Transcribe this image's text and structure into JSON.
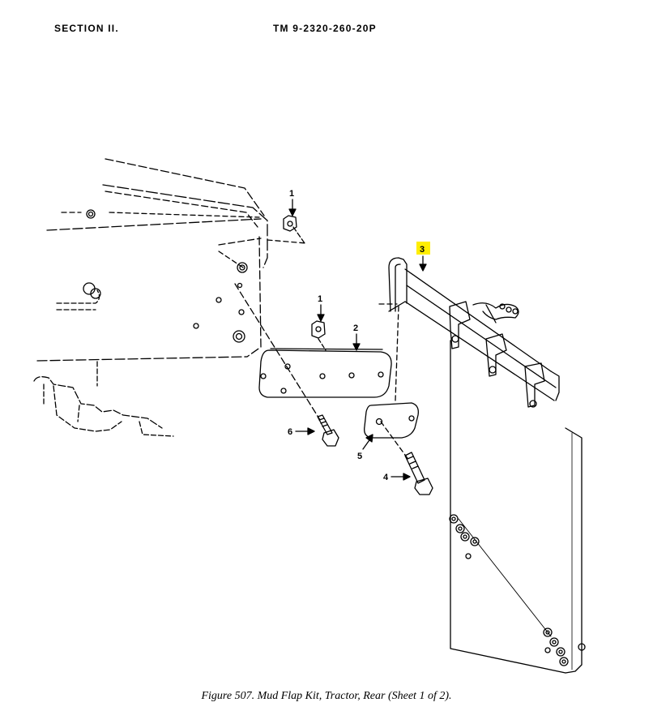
{
  "header": {
    "section": "SECTION  II.",
    "tm_number": "TM  9-2320-260-20P"
  },
  "figure": {
    "caption": "Figure 507. Mud Flap Kit, Tractor, Rear (Sheet 1 of 2).",
    "highlight_color": "#ffee00",
    "callouts": {
      "c1a": "1",
      "c1b": "1",
      "c2": "2",
      "c3": "3",
      "c4": "4",
      "c5": "5",
      "c6": "6"
    }
  }
}
